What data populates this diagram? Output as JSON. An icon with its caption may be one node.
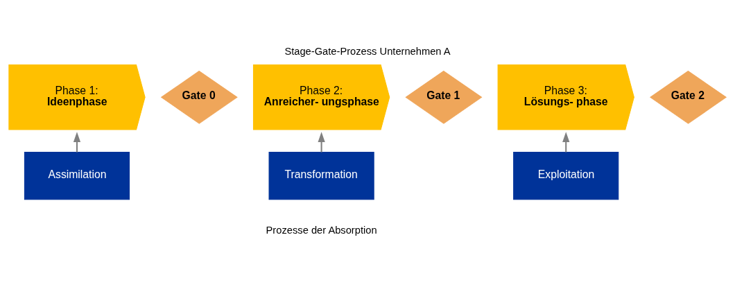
{
  "diagram": {
    "title": "Stage-Gate-Prozess Unternehmen A",
    "caption": "Prozesse der Absorption",
    "nodes": [
      {
        "text": [
          "Phase 1:",
          "Ideenphase"
        ]
      },
      {
        "text": [
          "Gate 0"
        ]
      },
      {
        "text": [
          "Phase 2:",
          "Anreicher- ungsphase"
        ]
      },
      {
        "text": [
          "Gate 1"
        ]
      },
      {
        "text": [
          "Phase 3:",
          "Lösungs- phase"
        ]
      },
      {
        "text": [
          "Gate 2"
        ]
      },
      {
        "text": [
          "Assimilation"
        ]
      },
      {
        "text": [
          "Transformation"
        ]
      },
      {
        "text": [
          "Exploitation"
        ]
      }
    ],
    "edges": [
      {
        "from": 6,
        "to": 0,
        "arrow": "to"
      },
      {
        "from": 7,
        "to": 2,
        "arrow": "to"
      },
      {
        "from": 8,
        "to": 4,
        "arrow": "to"
      }
    ]
  }
}
